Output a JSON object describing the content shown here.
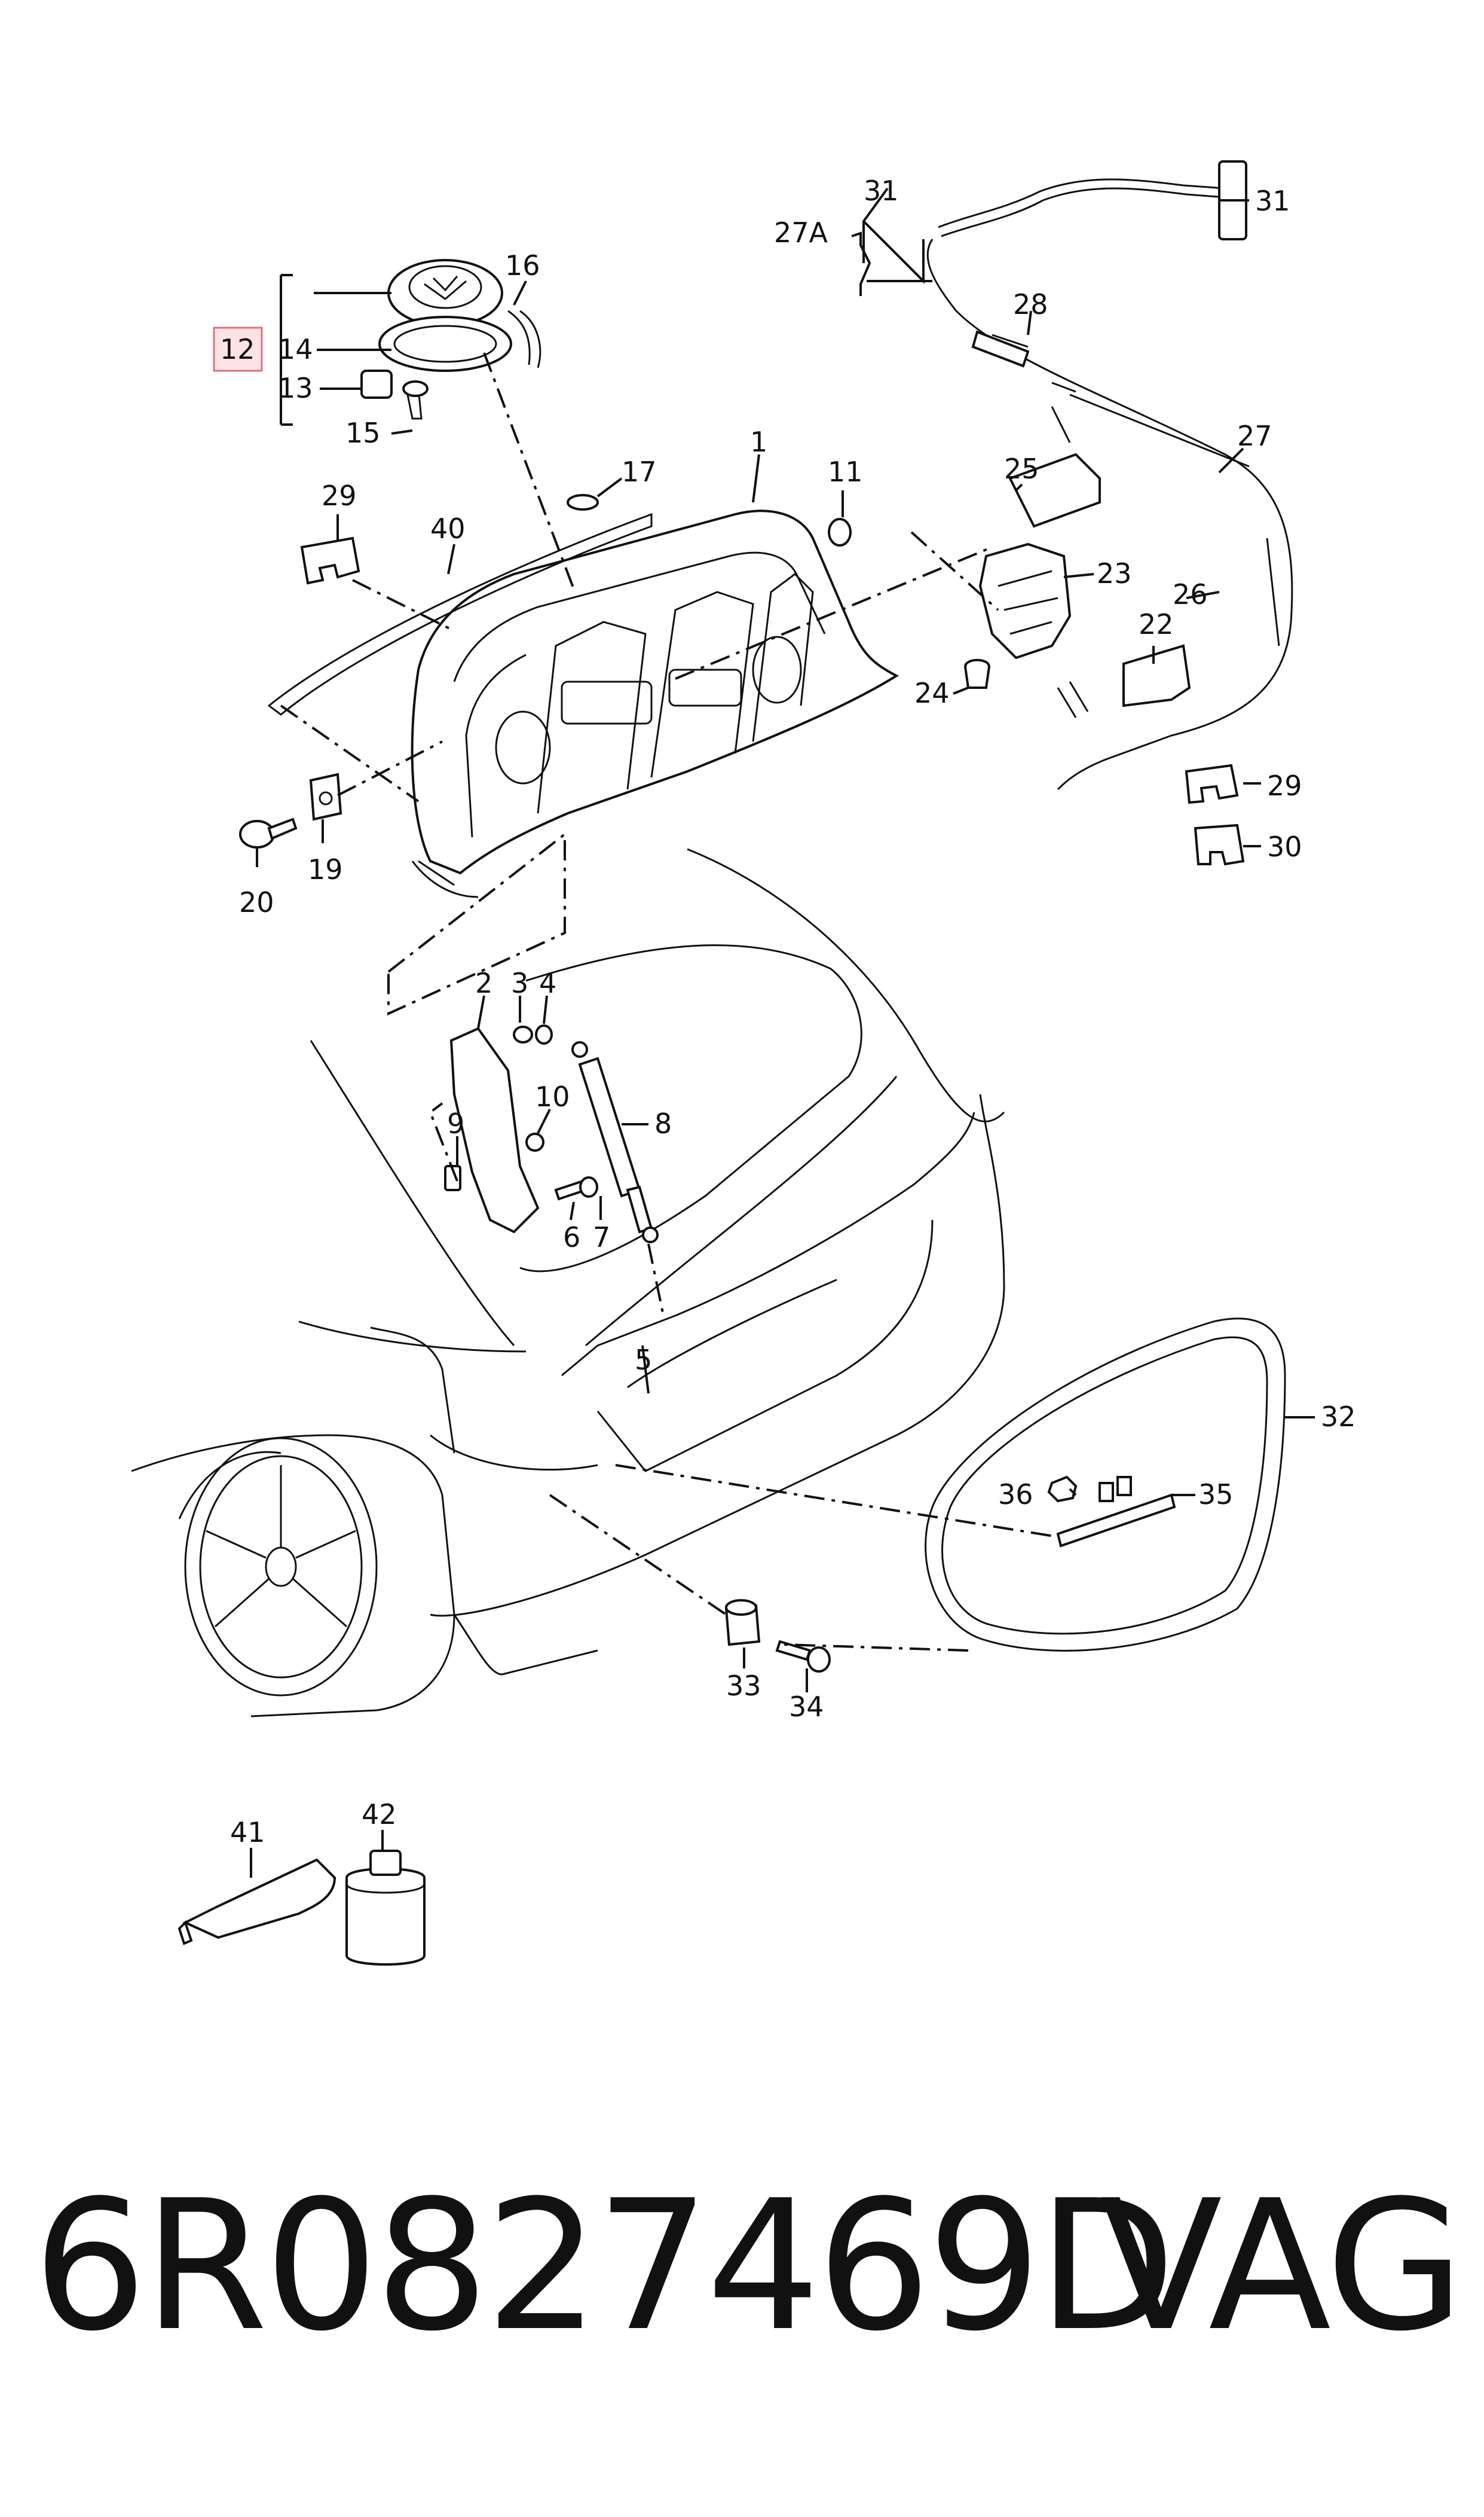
{
  "callouts": {
    "c1": "1",
    "c2": "2",
    "c3": "3",
    "c4": "4",
    "c5": "5",
    "c6": "6",
    "c7": "7",
    "c8": "8",
    "c9": "9",
    "c10": "10",
    "c11": "11",
    "c12": "12",
    "c13": "13",
    "c14": "14",
    "c15": "15",
    "c16": "16",
    "c17": "17",
    "c19": "19",
    "c20": "20",
    "c22": "22",
    "c23": "23",
    "c24": "24",
    "c25": "25",
    "c26": "26",
    "c27": "27",
    "c27a": "27A",
    "c28": "28",
    "c29a": "29",
    "c29b": "29",
    "c30": "30",
    "c31a": "31",
    "c31b": "31",
    "c32": "32",
    "c33": "33",
    "c34": "34",
    "c35": "35",
    "c36": "36",
    "c40": "40",
    "c41": "41",
    "c42": "42"
  },
  "highlighted_callout": "12",
  "footer": {
    "part_number": "6R0827469D",
    "brand": "VAG"
  },
  "colors": {
    "line": "#111111",
    "highlight_fill": "#fde3e6",
    "highlight_border": "#e0707c"
  }
}
